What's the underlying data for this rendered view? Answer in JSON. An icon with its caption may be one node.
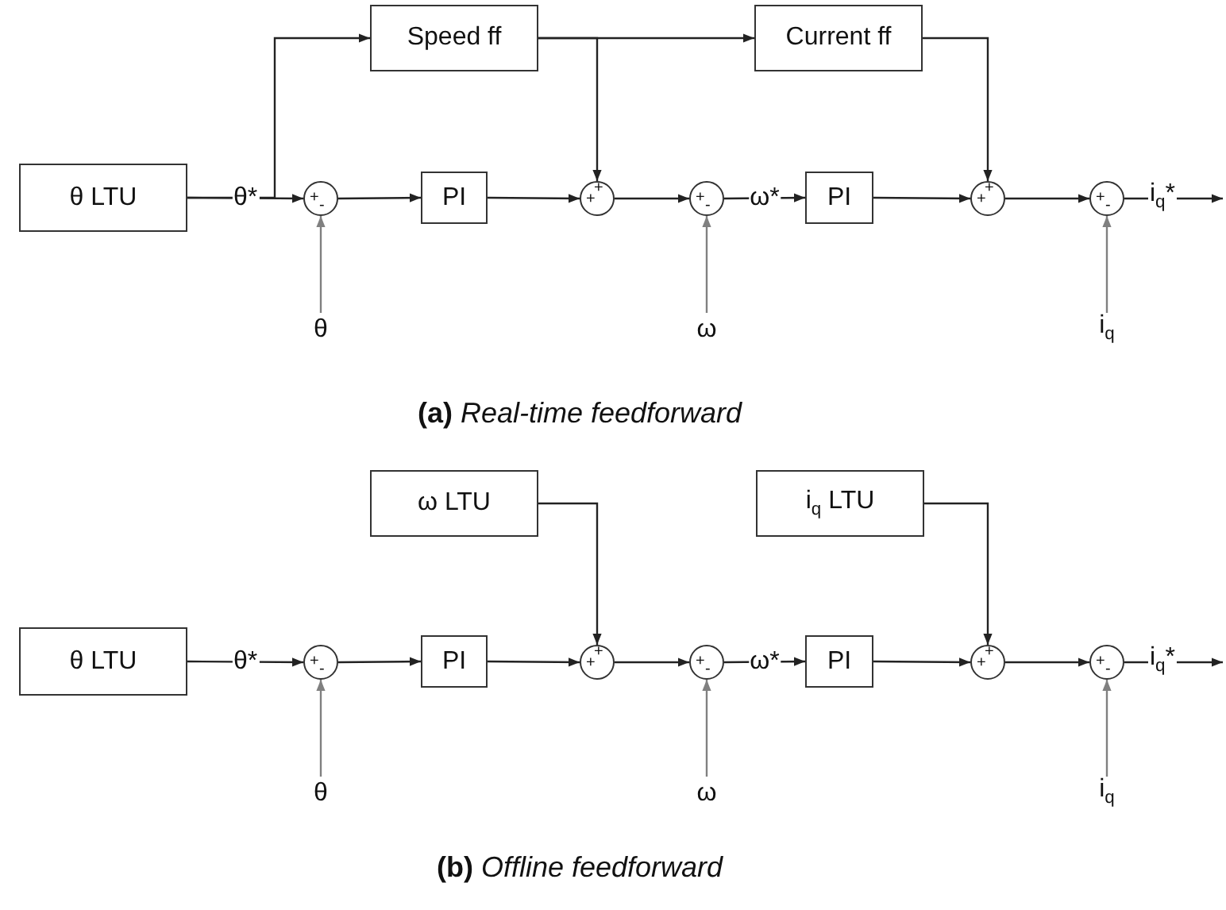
{
  "diagram": {
    "nodes": [
      {
        "text": [
          "Speed ff"
        ]
      },
      {
        "text": [
          "Current ff"
        ]
      },
      {
        "text": [
          "θ LTU"
        ]
      },
      {
        "text": [
          "+",
          "-"
        ]
      },
      {
        "text": [
          "PI"
        ]
      },
      {
        "text": [
          "+",
          "+"
        ]
      },
      {
        "text": [
          "+",
          "-"
        ]
      },
      {
        "text": [
          "PI"
        ]
      },
      {
        "text": [
          "+",
          "+"
        ]
      },
      {
        "text": [
          "+",
          "-"
        ]
      },
      {
        "text": [
          "θ"
        ]
      },
      {
        "text": [
          "ω"
        ]
      },
      {
        "text": [
          "i$_{q}$"
        ]
      },
      {
        "text": [
          "ω LTU"
        ]
      },
      {
        "text": [
          "i$_{q}$ LTU"
        ]
      },
      {
        "text": [
          "θ LTU"
        ]
      },
      {
        "text": [
          "+",
          "-"
        ]
      },
      {
        "text": [
          "PI"
        ]
      },
      {
        "text": [
          "+",
          "+"
        ]
      },
      {
        "text": [
          "+",
          "-"
        ]
      },
      {
        "text": [
          "PI"
        ]
      },
      {
        "text": [
          "+",
          "+"
        ]
      },
      {
        "text": [
          "+",
          "-"
        ]
      },
      {
        "text": [
          "θ"
        ]
      },
      {
        "text": [
          "ω"
        ]
      },
      {
        "text": [
          "i$_{q}$"
        ]
      }
    ],
    "edges": [
      {
        "from": 2,
        "to": 3,
        "arrow": "to",
        "label": "θ*"
      },
      {
        "from": 2,
        "to": 0,
        "arrow": "to"
      },
      {
        "from": 10,
        "to": 3,
        "arrow": "to",
        "color": "#808080"
      },
      {
        "from": 3,
        "to": 4,
        "arrow": "to"
      },
      {
        "from": 4,
        "to": 5,
        "arrow": "to"
      },
      {
        "from": 0,
        "to": 5,
        "arrow": "to"
      },
      {
        "from": 0,
        "to": 1,
        "arrow": "to"
      },
      {
        "from": 5,
        "to": 6,
        "arrow": "to"
      },
      {
        "from": 11,
        "to": 6,
        "arrow": "to",
        "color": "#808080"
      },
      {
        "from": 6,
        "to": 7,
        "arrow": "to",
        "label": "ω*"
      },
      {
        "from": 7,
        "to": 8,
        "arrow": "to"
      },
      {
        "from": 1,
        "to": 8,
        "arrow": "to"
      },
      {
        "from": 8,
        "to": 9,
        "arrow": "to"
      },
      {
        "from": 12,
        "to": 9,
        "arrow": "to",
        "color": "#808080"
      },
      {
        "from": 9,
        "to": null,
        "arrow": "to",
        "label": "i$_{q}$*"
      },
      {
        "from": 15,
        "to": 16,
        "arrow": "to",
        "label": "θ*"
      },
      {
        "from": 23,
        "to": 16,
        "arrow": "to",
        "color": "#808080"
      },
      {
        "from": 16,
        "to": 17,
        "arrow": "to"
      },
      {
        "from": 17,
        "to": 18,
        "arrow": "to"
      },
      {
        "from": 13,
        "to": 18,
        "arrow": "to"
      },
      {
        "from": 18,
        "to": 19,
        "arrow": "to"
      },
      {
        "from": 24,
        "to": 19,
        "arrow": "to",
        "color": "#808080"
      },
      {
        "from": 19,
        "to": 20,
        "arrow": "to",
        "label": "ω*"
      },
      {
        "from": 20,
        "to": 21,
        "arrow": "to"
      },
      {
        "from": 14,
        "to": 21,
        "arrow": "to"
      },
      {
        "from": 21,
        "to": 22,
        "arrow": "to"
      },
      {
        "from": 25,
        "to": 22,
        "arrow": "to",
        "color": "#808080"
      },
      {
        "from": 22,
        "to": null,
        "arrow": "to",
        "label": "i$_{q}$*"
      }
    ],
    "labels": [
      "**(a)** *Real-time feedforward*",
      "**(b)** *Offline feedforward*"
    ]
  }
}
